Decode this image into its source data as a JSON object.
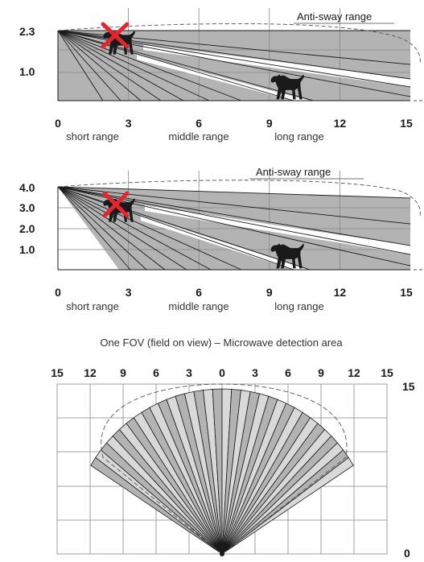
{
  "colors": {
    "zone_fill": "#b3b3b3",
    "line": "#1a1a1a",
    "grid": "#888888",
    "dashed": "#555555",
    "cross": "#e3262e"
  },
  "panel1": {
    "annotation": "Anti-sway range",
    "y_ticks": [
      "2.3",
      "1.0"
    ],
    "x_ticks": [
      "0",
      "3",
      "6",
      "9",
      "12",
      "15"
    ],
    "zone_labels": [
      "short range",
      "middle range",
      "long range"
    ],
    "icons": [
      "dog-crossed-icon",
      "dog-icon"
    ]
  },
  "panel2": {
    "annotation": "Anti-sway range",
    "y_ticks": [
      "4.0",
      "3.0",
      "2.0",
      "1.0"
    ],
    "x_ticks": [
      "0",
      "3",
      "6",
      "9",
      "12",
      "15"
    ],
    "zone_labels": [
      "short range",
      "middle range",
      "long range"
    ],
    "icons": [
      "dog-crossed-icon",
      "dog-icon"
    ]
  },
  "panel3": {
    "title": "One FOV (field on view) – Microwave detection area",
    "x_ticks": [
      "15",
      "12",
      "9",
      "6",
      "3",
      "0",
      "3",
      "6",
      "9",
      "12",
      "15"
    ],
    "y_ticks": [
      "15",
      "0"
    ]
  }
}
